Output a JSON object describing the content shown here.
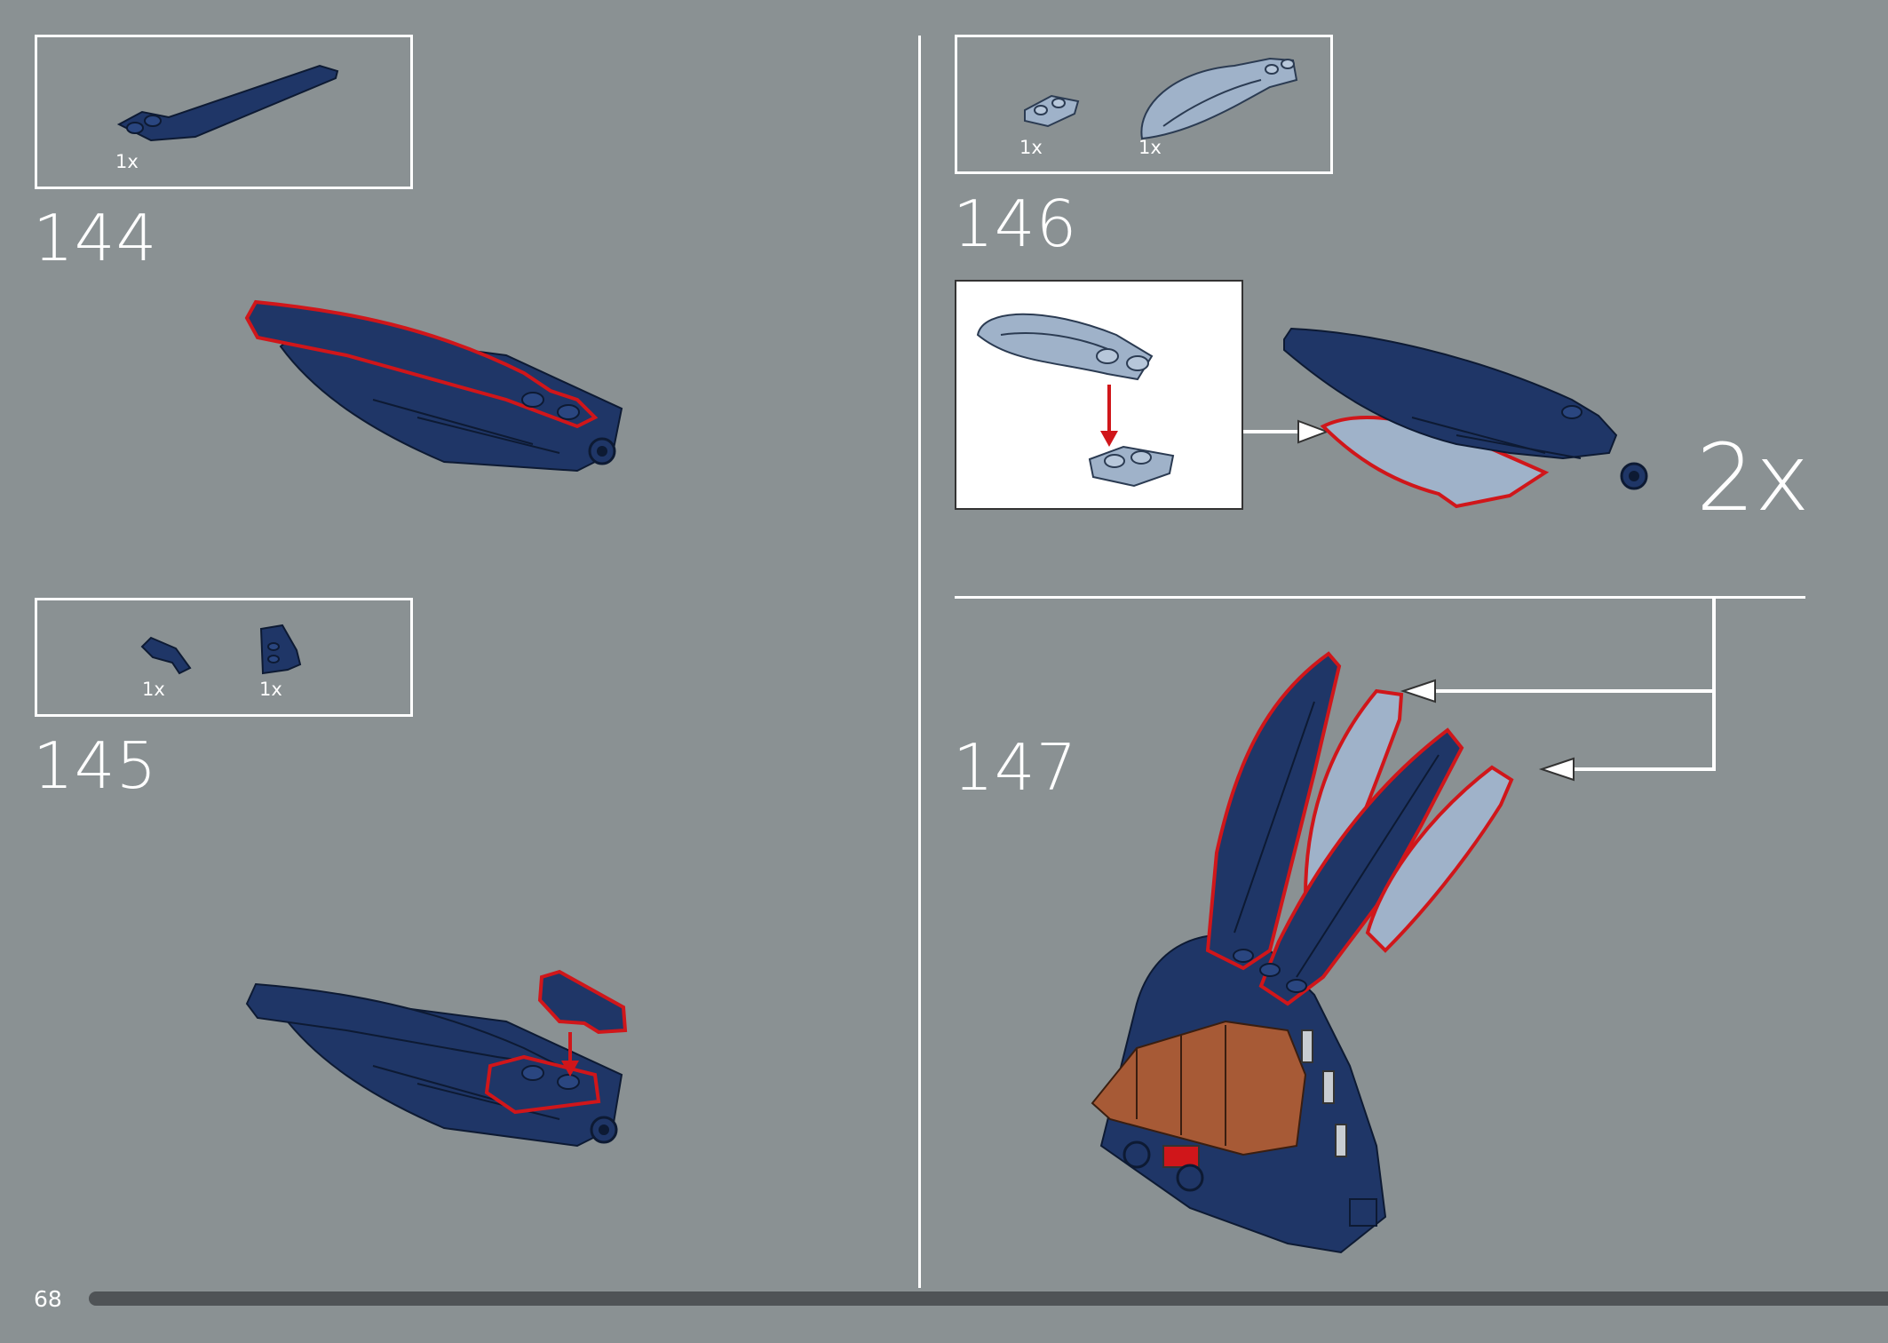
{
  "page": {
    "number": "68"
  },
  "colors": {
    "background": "#8a9193",
    "dark_blue": "#1f3667",
    "sand_blue": "#9fb2c9",
    "highlight": "#d0161a",
    "reddish_brown": "#a75a36"
  },
  "steps": [
    {
      "number": "144",
      "parts": [
        {
          "qty": "1x",
          "icon": "curved-slope-dark-blue-icon"
        }
      ]
    },
    {
      "number": "145",
      "parts": [
        {
          "qty": "1x",
          "icon": "wedge-slope-dark-blue-icon"
        },
        {
          "qty": "1x",
          "icon": "wedge-plate-dark-blue-icon"
        }
      ]
    },
    {
      "number": "146",
      "parts": [
        {
          "qty": "1x",
          "icon": "plate-sand-blue-icon"
        },
        {
          "qty": "1x",
          "icon": "leaf-sand-blue-icon"
        }
      ],
      "multiplier": "2x"
    },
    {
      "number": "147",
      "parts": []
    }
  ]
}
